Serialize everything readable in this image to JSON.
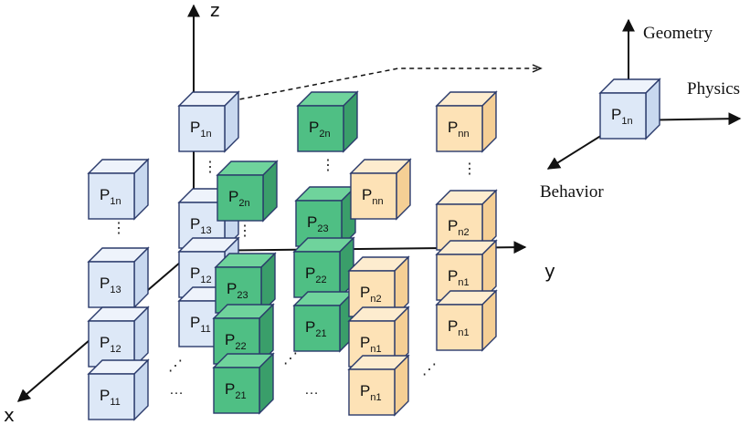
{
  "axes": {
    "x_label": "x",
    "y_label": "y",
    "z_label": "z"
  },
  "legend": {
    "cube_label": {
      "base": "P",
      "sub": "1n"
    },
    "geometry": "Geometry",
    "physics": "Physics",
    "behavior": "Behavior"
  },
  "colors": {
    "blue_fill": "#dde8f7",
    "blue_top": "#eef3fb",
    "blue_side": "#c8d8ef",
    "green_fill": "#4fbf84",
    "green_top": "#6fd39c",
    "green_side": "#3a9e6a",
    "orange_fill": "#fde2b6",
    "orange_top": "#fdeccf",
    "orange_side": "#f5cf95",
    "edge": "#2a3a6b"
  },
  "cubes": [
    {
      "c": "blue",
      "base": "P",
      "sub": "1n"
    },
    {
      "c": "blue",
      "base": "P",
      "sub": "13"
    },
    {
      "c": "blue",
      "base": "P",
      "sub": "12"
    },
    {
      "c": "blue",
      "base": "P",
      "sub": "11"
    },
    {
      "c": "blue",
      "base": "P",
      "sub": "1n"
    },
    {
      "c": "blue",
      "base": "P",
      "sub": "13"
    },
    {
      "c": "blue",
      "base": "P",
      "sub": "12"
    },
    {
      "c": "blue",
      "base": "P",
      "sub": "11"
    },
    {
      "c": "green",
      "base": "P",
      "sub": "2n"
    },
    {
      "c": "green",
      "base": "P",
      "sub": "23"
    },
    {
      "c": "green",
      "base": "P",
      "sub": "22"
    },
    {
      "c": "green",
      "base": "P",
      "sub": "21"
    },
    {
      "c": "green",
      "base": "P",
      "sub": "2n"
    },
    {
      "c": "green",
      "base": "P",
      "sub": "23"
    },
    {
      "c": "green",
      "base": "P",
      "sub": "22"
    },
    {
      "c": "green",
      "base": "P",
      "sub": "21"
    },
    {
      "c": "orange",
      "base": "P",
      "sub": "nn"
    },
    {
      "c": "orange",
      "base": "P",
      "sub": "n2"
    },
    {
      "c": "orange",
      "base": "P",
      "sub": "n1"
    },
    {
      "c": "orange",
      "base": "P",
      "sub": "n1"
    },
    {
      "c": "orange",
      "base": "P",
      "sub": "nn"
    },
    {
      "c": "orange",
      "base": "P",
      "sub": "n2"
    },
    {
      "c": "orange",
      "base": "P",
      "sub": "n1"
    },
    {
      "c": "orange",
      "base": "P",
      "sub": "n1"
    }
  ],
  "ellipsis_vertical": "⋮",
  "ellipsis_horizontal": "…",
  "ellipsis_diagonal": "⋰"
}
